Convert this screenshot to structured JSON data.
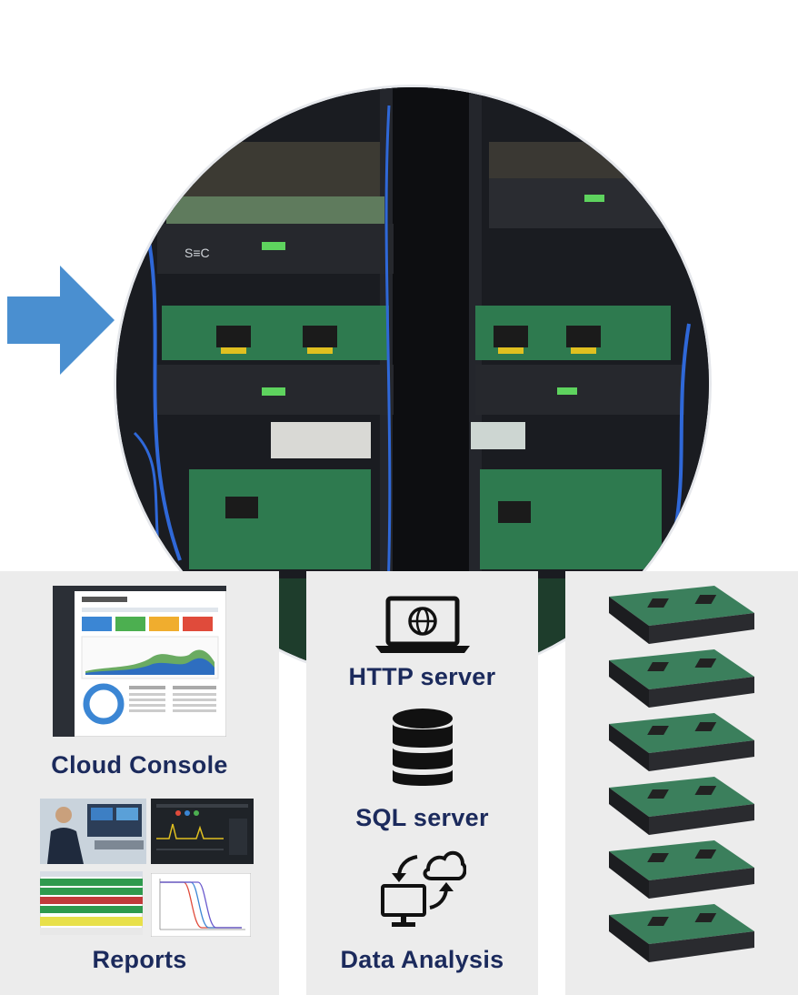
{
  "panels": {
    "left": {
      "cloud_console_label": "Cloud Console",
      "reports_label": "Reports"
    },
    "middle": {
      "http_label": "HTTP server",
      "sql_label": "SQL server",
      "data_label": "Data Analysis"
    }
  },
  "rack_photo": {
    "chassis_logo": "S≡C"
  },
  "icons": {
    "arrow": "arrow-right-icon",
    "http": "laptop-globe-icon",
    "sql": "database-icon",
    "data": "computer-cloud-sync-icon"
  },
  "colors": {
    "arrow": "#4a8fd0",
    "label_text": "#1b2a5c",
    "panel_bg": "#ececec",
    "board_green": "#2e7a4f"
  }
}
